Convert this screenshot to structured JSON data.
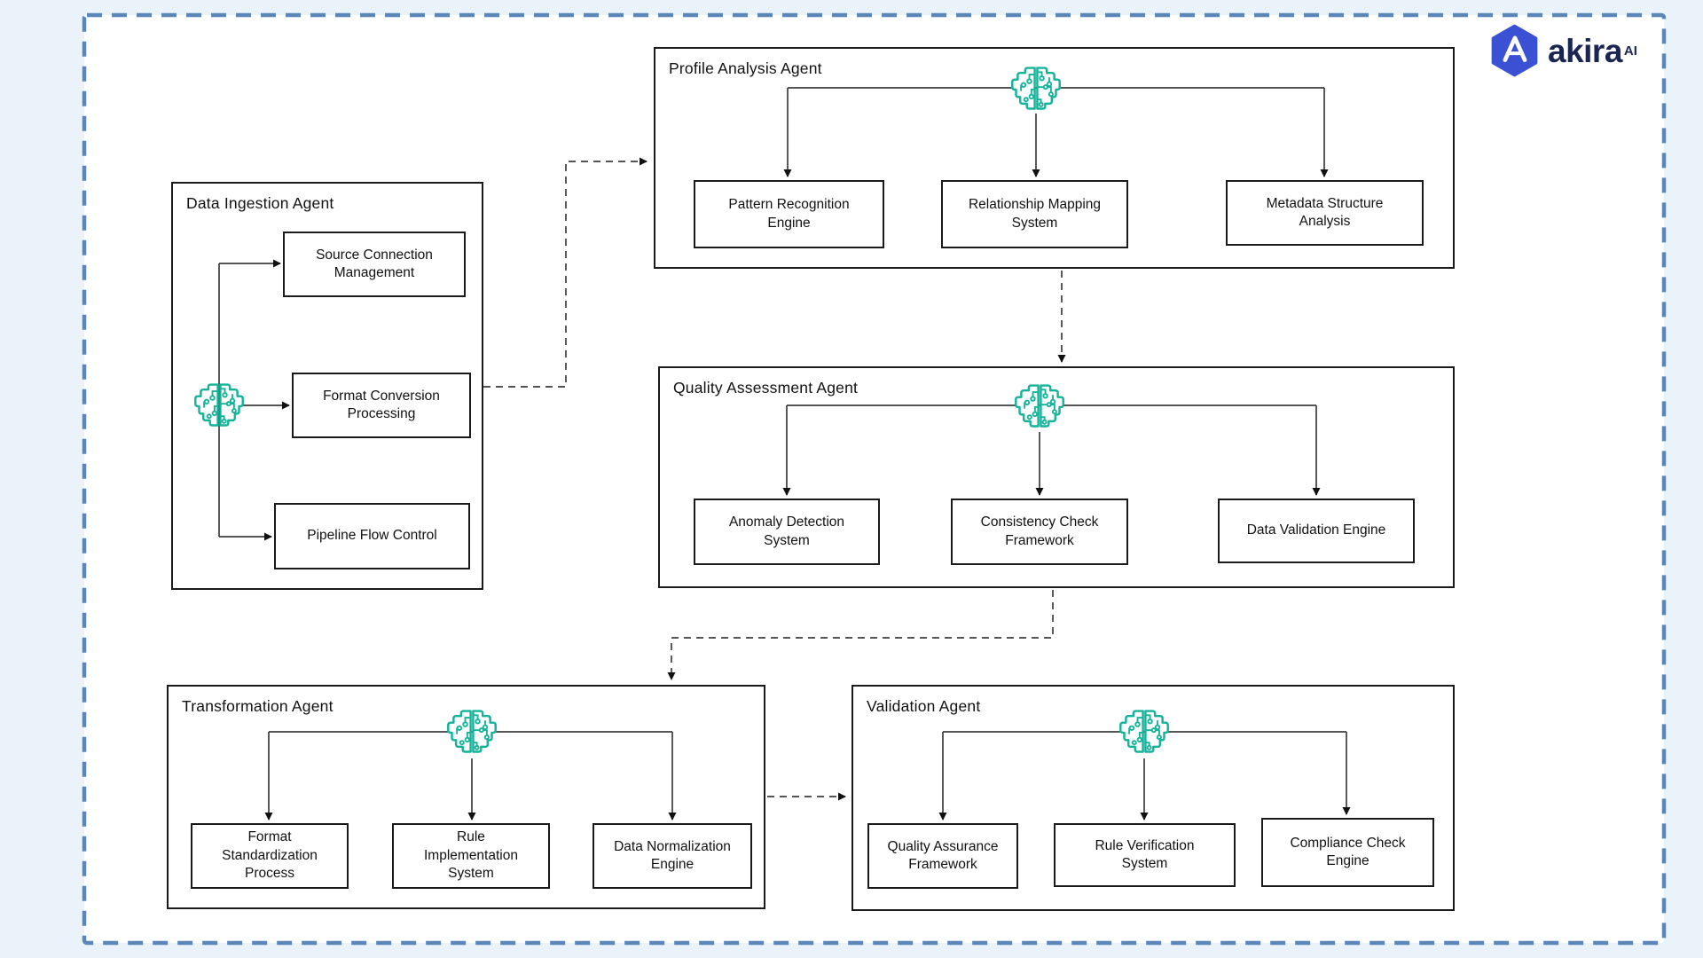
{
  "brand": {
    "wordmark": "akira",
    "superscript": "AI"
  },
  "icons": {
    "agent_icon": "circuit-brain-icon",
    "logo_icon": "hexagon-a-icon"
  },
  "colors": {
    "page_background": "#eaf2fa",
    "canvas_background": "#ffffff",
    "frame_dashed_blue": "#5b87b8",
    "box_border": "#1a1a1a",
    "connector": "#3d3d3d",
    "accent_teal": "#14b39a",
    "logo_hexagon_blue": "#3b51d3",
    "logo_text_navy": "#1b2554"
  },
  "diagram": {
    "agents": [
      {
        "title": "Data Ingestion Agent",
        "children": [
          {
            "label": "Source Connection Management"
          },
          {
            "label": "Format Conversion Processing"
          },
          {
            "label": "Pipeline Flow Control"
          }
        ]
      },
      {
        "title": "Profile Analysis Agent",
        "children": [
          {
            "label": "Pattern Recognition Engine"
          },
          {
            "label": "Relationship Mapping System"
          },
          {
            "label": "Metadata Structure Analysis"
          }
        ]
      },
      {
        "title": "Quality Assessment Agent",
        "children": [
          {
            "label": "Anomaly Detection System"
          },
          {
            "label": "Consistency Check Framework"
          },
          {
            "label": "Data Validation Engine"
          }
        ]
      },
      {
        "title": "Transformation Agent",
        "children": [
          {
            "label": "Format Standardization Process"
          },
          {
            "label": "Rule Implementation System"
          },
          {
            "label": "Data Normalization Engine"
          }
        ]
      },
      {
        "title": "Validation Agent",
        "children": [
          {
            "label": "Quality Assurance Framework"
          },
          {
            "label": "Rule Verification System"
          },
          {
            "label": "Compliance Check Engine"
          }
        ]
      }
    ]
  }
}
